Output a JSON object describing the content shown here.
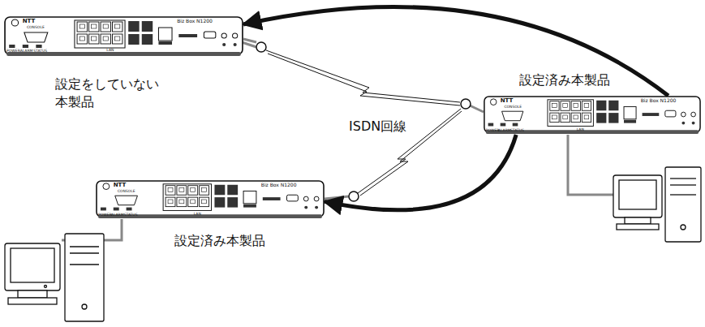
{
  "diagram": {
    "nodes": [
      {
        "text": [
          "設定をしていない 本製品"
        ]
      },
      {
        "text": [
          "設定済み本製品"
        ]
      },
      {
        "text": [
          "設定済み本製品"
        ]
      }
    ],
    "edges": [
      {
        "from": 1,
        "to": 0,
        "arrow": "to"
      },
      {
        "from": 1,
        "to": 2,
        "arrow": "to"
      }
    ],
    "labels": [
      "ISDN回線",
      "NTT",
      "CONSOLE",
      "POWER",
      "ALARM",
      "STATUS",
      "LAN",
      "Biz Box N1200",
      "NTT",
      "CONSOLE",
      "POWER",
      "ALARM",
      "STATUS",
      "LAN",
      "Biz Box N1200",
      "NTT",
      "CONSOLE",
      "POWER",
      "ALARM",
      "STATUS",
      "LAN",
      "Biz Box N1200"
    ]
  }
}
